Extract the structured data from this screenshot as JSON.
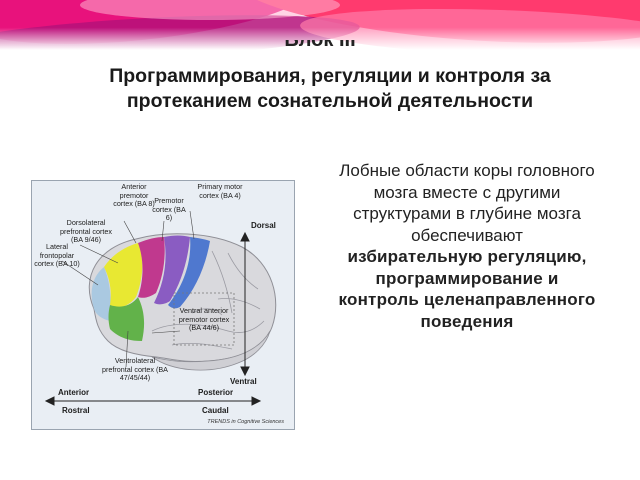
{
  "slide": {
    "title_top_partial": "Блок III",
    "title": "Программирования, регуляции и контроля за протеканием сознательной деятельности",
    "body_normal": "Лобные области коры головного мозга вместе с другими структурами в глубине мозга обеспечивают",
    "body_bold": "избирательную регуляцию, программирование и контроль целенаправленного поведения"
  },
  "figure": {
    "labels": {
      "anterior_premotor": "Anterior premotor cortex (BA 8)",
      "premotor": "Premotor cortex (BA 6)",
      "primary_motor": "Primary motor cortex (BA 4)",
      "dorsolateral": "Dorsolateral prefrontal cortex (BA 9/46)",
      "lateral_frontopolar": "Lateral frontopolar cortex (BA 10)",
      "dorsal": "Dorsal",
      "ventral_anterior_premotor": "Ventral anterior premotor cortex (BA 44/6)",
      "ventrolateral": "Ventrolateral prefrontal cortex (BA 47/45/44)",
      "ventral": "Ventral",
      "anterior": "Anterior",
      "rostral": "Rostral",
      "posterior": "Posterior",
      "caudal": "Caudal",
      "credit": "TRENDS in Cognitive Sciences"
    },
    "colors": {
      "frontopolar": "#a8c8e0",
      "dorsolateral": "#e8e832",
      "ventrolateral": "#62b24a",
      "anterior_premotor": "#c0398e",
      "premotor": "#8a5cc2",
      "primary_motor": "#4f78cf",
      "brain": "#d9d9dd"
    }
  }
}
